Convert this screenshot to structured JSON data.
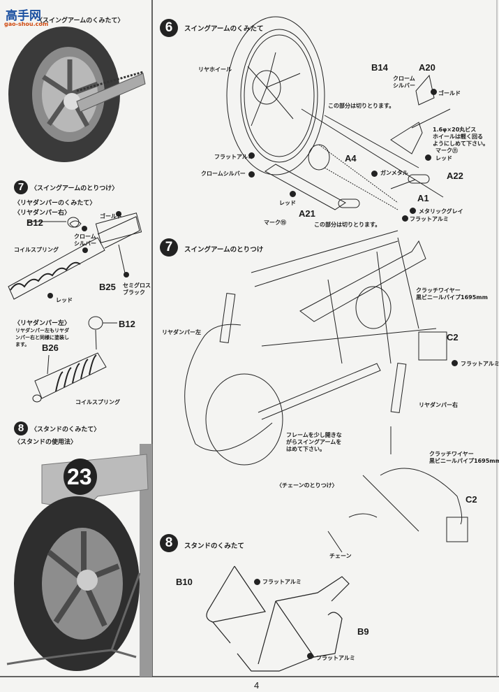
{
  "watermark": {
    "logo_text": "高手网",
    "logo_url_text": "gao-shou.com"
  },
  "left": {
    "photo1_caption": "〈スイングアームのくみたて〉",
    "step7": {
      "num": "7",
      "title": "〈スイングアームのとりつけ〉",
      "sub1": "〈リヤダンパーのくみたて〉",
      "sub2": "〈リヤダンパー右〉",
      "labels": {
        "b12": "B12",
        "gold": "ゴールド",
        "chrome1": "クローム",
        "chrome2": "シルバー",
        "coil": "コイルスプリング",
        "b25": "B25",
        "semi1": "セミグロス",
        "semi2": "ブラック",
        "red": "レッド"
      }
    },
    "damper_left": {
      "title": "〈リヤダンパー左〉",
      "note1": "リヤダンパー左もリヤダ",
      "note2": "ンパー右と同様に塗装し",
      "note3": "ます。",
      "b12": "B12",
      "b26": "B26",
      "coil": "コイルスプリング"
    },
    "step8": {
      "num": "8",
      "title": "〈スタンドのくみたて〉",
      "sub": "〈スタンドの使用法〉",
      "photo_number": "23"
    }
  },
  "step6": {
    "num": "6",
    "title": "スイングアームのくみたて",
    "labels": {
      "rear_wheel": "リヤホイール",
      "b14": "B14",
      "a20": "A20",
      "chrome1": "クローム",
      "chrome2": "シルバー",
      "gold": "ゴールド",
      "cut1": "この部分は切りとります。",
      "screw1": "1.6φ×20丸ビス",
      "screw2": "ホイールは軽く回る",
      "screw3": "ようにしめて下さい。",
      "mark11": "マーク⑪",
      "red1": "レッド",
      "flat_alu1": "フラットアルミ",
      "a4": "A4",
      "chrome_silver": "クロームシルバー",
      "gunmetal": "ガンメタル",
      "a22": "A22",
      "a1": "A1",
      "red2": "レッド",
      "a21": "A21",
      "metallic_gray": "メタリックグレイ",
      "flat_alu2": "フラットアルミ",
      "mark15": "マーク⑮",
      "cut2": "この部分は切りとります。"
    }
  },
  "step7": {
    "num": "7",
    "title": "スイングアームのとりつけ",
    "labels": {
      "clutch1": "クラッチワイヤー",
      "clutch2": "黒ビニールパイプ1695mm",
      "damper_left": "リヤダンパー左",
      "c2": "C2",
      "flat_alu": "フラットアルミ",
      "damper_right": "リヤダンパー右",
      "frame1": "フレームを少し開きな",
      "frame2": "がらスイングアームを",
      "frame3": "はめて下さい。",
      "clutch1b": "クラッチワイヤー",
      "clutch2b": "黒ビニールパイプ1695mm",
      "chain_title": "〈チェーンのとりつけ〉",
      "c2b": "C2",
      "chain": "チェーン"
    }
  },
  "step8": {
    "num": "8",
    "title": "スタンドのくみたて",
    "labels": {
      "b10": "B10",
      "flat_alu1": "フラットアルミ",
      "b9": "B9",
      "flat_alu2": "フラットアルミ"
    }
  },
  "footer": {
    "page": "4"
  }
}
